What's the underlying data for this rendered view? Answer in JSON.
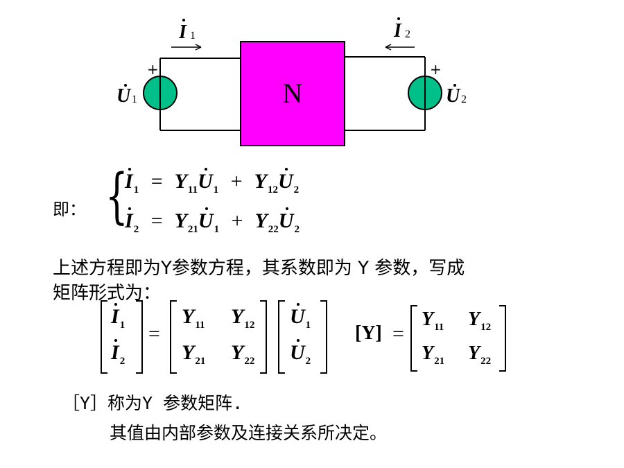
{
  "circuit": {
    "network_label": "N",
    "current_left": {
      "symbol": "I",
      "sub": "1"
    },
    "current_right": {
      "symbol": "I",
      "sub": "2"
    },
    "voltage_left": {
      "symbol": "U",
      "sub": "1"
    },
    "voltage_right": {
      "symbol": "U",
      "sub": "2"
    },
    "plus_left": "+",
    "plus_right": "+",
    "colors": {
      "network_fill": "#ff00ff",
      "source_fill": "#00c08a"
    }
  },
  "equations": {
    "prefix": "即：",
    "eq1": {
      "lhs": "I",
      "lhs_sub": "1",
      "y1": "Y",
      "y1_sub": "11",
      "u1": "U",
      "u1_sub": "1",
      "plus": "+",
      "y2": "Y",
      "y2_sub": "12",
      "u2": "U",
      "u2_sub": "2",
      "equals": "="
    },
    "eq2": {
      "lhs": "I",
      "lhs_sub": "2",
      "y1": "Y",
      "y1_sub": "21",
      "u1": "U",
      "u1_sub": "1",
      "plus": "+",
      "y2": "Y",
      "y2_sub": "22",
      "u2": "U",
      "u2_sub": "2",
      "equals": "="
    }
  },
  "text": {
    "line1": "上述方程即为Y参数方程，其系数即为 Y 参数，写成",
    "line2": "矩阵形式为：",
    "line3": "［Y］称为Y 参数矩阵.",
    "line4": "其值由内部参数及连接关系所决定。"
  },
  "matrix": {
    "i_vec": [
      {
        "s": "I",
        "sub": "1"
      },
      {
        "s": "I",
        "sub": "2"
      }
    ],
    "y_mat": [
      [
        {
          "s": "Y",
          "sub": "11"
        },
        {
          "s": "Y",
          "sub": "12"
        }
      ],
      [
        {
          "s": "Y",
          "sub": "21"
        },
        {
          "s": "Y",
          "sub": "22"
        }
      ]
    ],
    "u_vec": [
      {
        "s": "U",
        "sub": "1"
      },
      {
        "s": "U",
        "sub": "2"
      }
    ],
    "equals": "=",
    "y_label": "[Y]"
  }
}
